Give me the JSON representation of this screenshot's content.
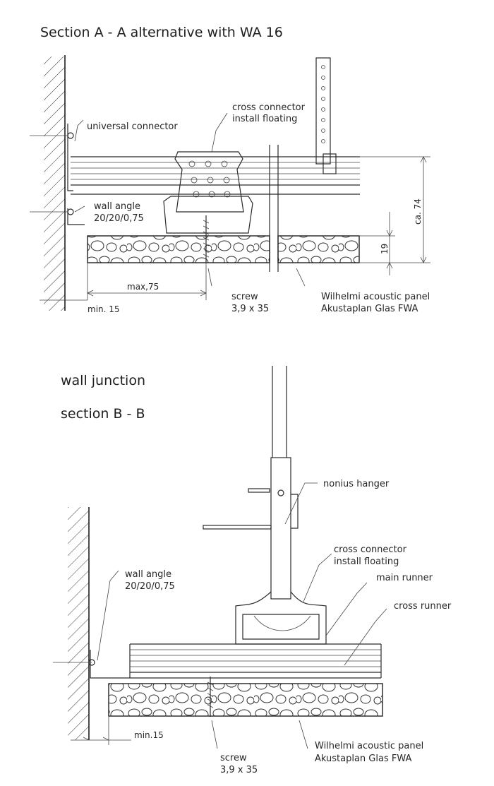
{
  "section_a": {
    "title": "Section A - A   alternative with WA 16",
    "labels": {
      "universal_connector": "universal connector",
      "cross_connector_1": "cross connector",
      "cross_connector_2": "install floating",
      "wall_angle_1": "wall angle",
      "wall_angle_2": "20/20/0,75",
      "max_75": "max,75",
      "min_15": "min. 15",
      "screw_1": "screw",
      "screw_2": "3,9 x 35",
      "panel_1": "Wilhelmi acoustic panel",
      "panel_2": "Akustaplan Glas FWA",
      "ca_74": "ca. 74",
      "dim_19": "19"
    }
  },
  "section_b": {
    "title_1": "wall junction",
    "title_2": "section B - B",
    "labels": {
      "nonius_hanger": "nonius hanger",
      "cross_connector_1": "cross connector",
      "cross_connector_2": "install floating",
      "main_runner": "main runner",
      "cross_runner": "cross runner",
      "wall_angle_1": "wall angle",
      "wall_angle_2": "20/20/0,75",
      "min_15": "min.15",
      "screw_1": "screw",
      "screw_2": "3,9 x 35",
      "panel_1": "Wilhelmi acoustic panel",
      "panel_2": "Akustaplan Glas FWA"
    }
  }
}
